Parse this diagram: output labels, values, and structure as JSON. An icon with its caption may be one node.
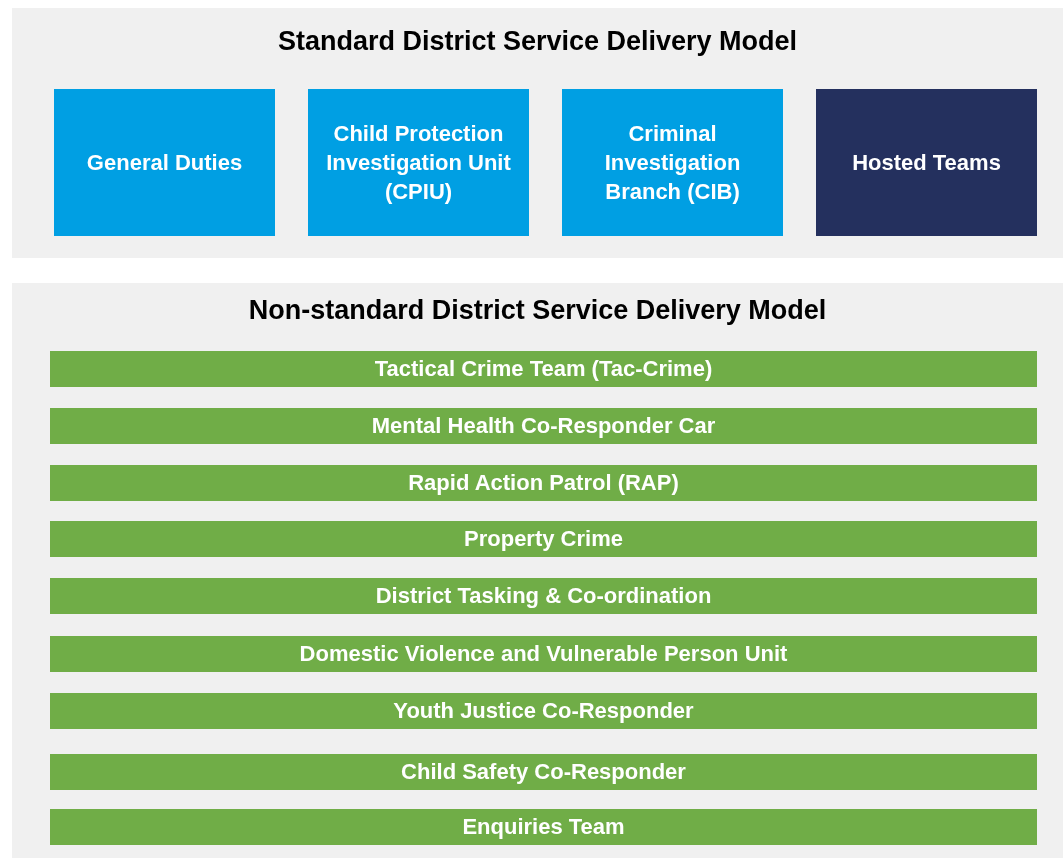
{
  "diagram": {
    "nodes": [
      {
        "text": [
          "Standard District Service Delivery Model"
        ]
      },
      {
        "text": [
          "General Duties"
        ],
        "in": 0
      },
      {
        "text": [
          "Child Protection Investigation Unit (CPIU)"
        ],
        "in": 0
      },
      {
        "text": [
          "Criminal Investigation Branch (CIB)"
        ],
        "in": 0
      },
      {
        "text": [
          "Hosted Teams"
        ],
        "in": 0
      },
      {
        "text": [
          "Non-standard District Service Delivery Model"
        ]
      },
      {
        "text": [
          "Tactical Crime Team (Tac-Crime)"
        ],
        "in": 5
      },
      {
        "text": [
          "Mental Health Co-Responder Car"
        ],
        "in": 5
      },
      {
        "text": [
          "Rapid Action Patrol (RAP)"
        ],
        "in": 5
      },
      {
        "text": [
          "Property Crime"
        ],
        "in": 5
      },
      {
        "text": [
          "District Tasking & Co-ordination"
        ],
        "in": 5
      },
      {
        "text": [
          "Domestic Violence and Vulnerable Person Unit"
        ],
        "in": 5
      },
      {
        "text": [
          "Youth Justice Co-Responder"
        ],
        "in": 5
      },
      {
        "text": [
          "Child Safety Co-Responder"
        ],
        "in": 5
      },
      {
        "text": [
          "Enquiries Team"
        ],
        "in": 5
      }
    ],
    "edges": []
  }
}
